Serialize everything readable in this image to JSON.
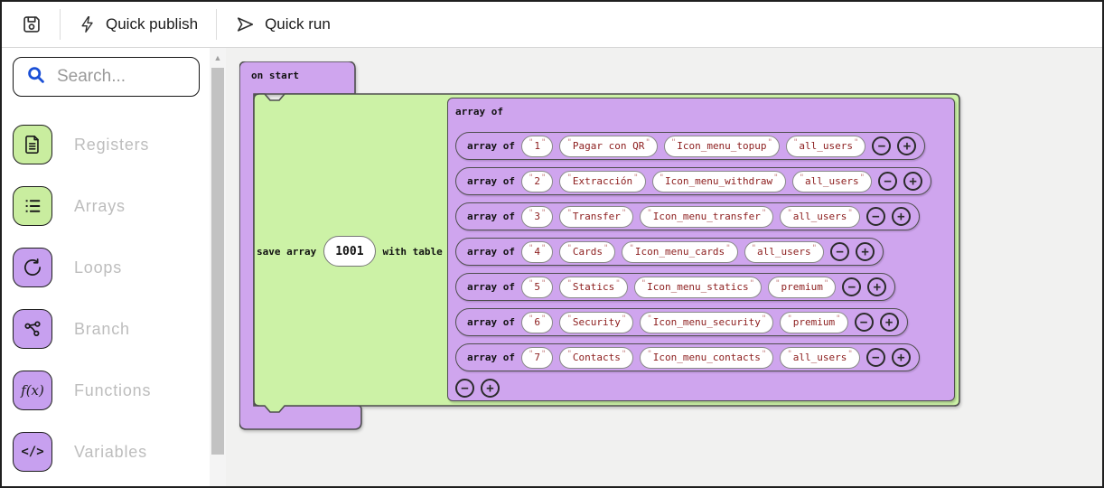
{
  "toolbar": {
    "save_icon": "save-icon",
    "quick_publish_label": "Quick publish",
    "quick_publish_icon": "lightning-icon",
    "quick_run_label": "Quick run",
    "quick_run_icon": "send-icon"
  },
  "sidebar": {
    "search_placeholder": "Search...",
    "search_icon": "search-icon",
    "categories": [
      {
        "label": "Registers",
        "group": "green",
        "icon": "document-icon"
      },
      {
        "label": "Arrays",
        "group": "green",
        "icon": "list-icon"
      },
      {
        "label": "Loops",
        "group": "purple",
        "icon": "loop-icon"
      },
      {
        "label": "Branch",
        "group": "purple",
        "icon": "branch-icon"
      },
      {
        "label": "Functions",
        "group": "purple",
        "icon": "function-icon"
      },
      {
        "label": "Variables",
        "group": "purple",
        "icon": "code-icon"
      }
    ]
  },
  "workspace": {
    "on_start_label": "on start",
    "save_block": {
      "prefix": "save array",
      "field_value": "1001",
      "suffix": "with table"
    },
    "table_block": {
      "header_label": "array of",
      "row_label": "array of",
      "remove_glyph": "−",
      "add_glyph": "+",
      "rows": [
        {
          "cells": [
            "1",
            "Pagar con QR",
            "Icon_menu_topup",
            "all_users"
          ]
        },
        {
          "cells": [
            "2",
            "Extracción",
            "Icon_menu_withdraw",
            "all_users"
          ]
        },
        {
          "cells": [
            "3",
            "Transfer",
            "Icon_menu_transfer",
            "all_users"
          ]
        },
        {
          "cells": [
            "4",
            "Cards",
            "Icon_menu_cards",
            "all_users"
          ]
        },
        {
          "cells": [
            "5",
            "Statics",
            "Icon_menu_statics",
            "premium"
          ]
        },
        {
          "cells": [
            "6",
            "Security",
            "Icon_menu_security",
            "premium"
          ]
        },
        {
          "cells": [
            "7",
            "Contacts",
            "Icon_menu_contacts",
            "all_users"
          ]
        }
      ]
    }
  },
  "colors": {
    "block_purple": "#cfa5ee",
    "block_green": "#ccf2a6",
    "block_border": "#4f4f4f",
    "sidebar_green": "#c9ed9f",
    "sidebar_purple": "#c7a0ef",
    "string_text": "#8c1d1d",
    "search_accent": "#1a4fd6",
    "workspace_bg": "#f1f1f0"
  }
}
